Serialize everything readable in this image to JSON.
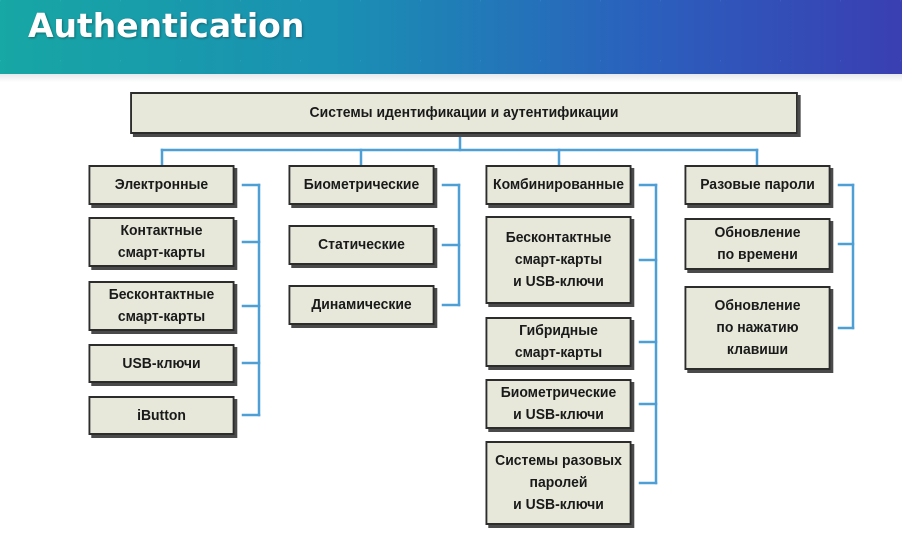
{
  "header": {
    "title": "Authentication"
  },
  "diagram": {
    "root": "Системы идентификации и аутентификации",
    "categories": [
      {
        "label": "Электронные",
        "items": [
          "Контактные\nсмарт-карты",
          "Бесконтактные\nсмарт-карты",
          "USB-ключи",
          "iButton"
        ]
      },
      {
        "label": "Биометрические",
        "items": [
          "Статические",
          "Динамические"
        ]
      },
      {
        "label": "Комбинированные",
        "items": [
          "Бесконтактные\nсмарт-карты\nи USB-ключи",
          "Гибридные\nсмарт-карты",
          "Биометрические\nи USB-ключи",
          "Системы разовых\nпаролей\nи USB-ключи"
        ]
      },
      {
        "label": "Разовые пароли",
        "items": [
          "Обновление\nпо времени",
          "Обновление\nпо нажатию\nклавиши"
        ]
      }
    ]
  },
  "colors": {
    "connector": "#4d9fd6",
    "box_fill": "#e7e8da",
    "box_border": "#2c2c2c"
  }
}
